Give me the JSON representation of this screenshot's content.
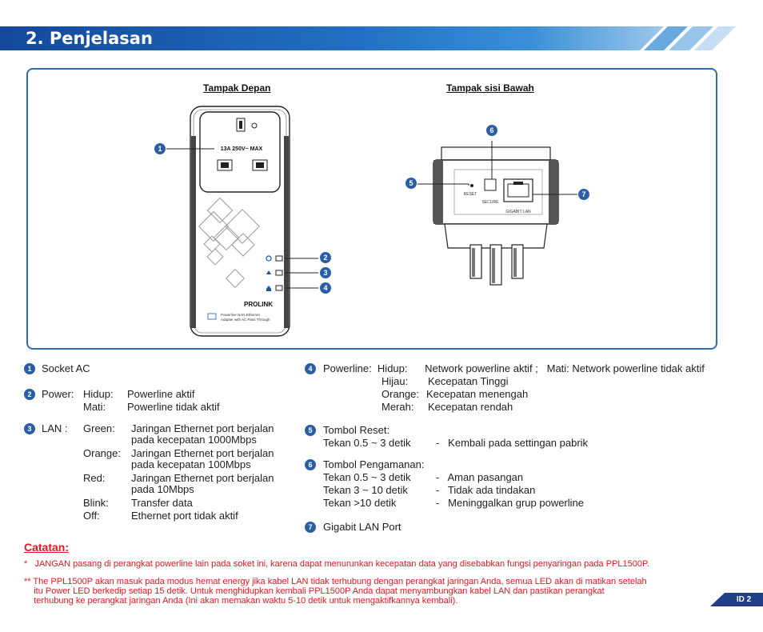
{
  "header": {
    "title": "2. Penjelasan"
  },
  "figure": {
    "front_caption": "Tampak Depan",
    "bottom_caption": "Tampak sisi Bawah",
    "device_socket_label": "13A 250V~ MAX",
    "device_brand": "PROLINK",
    "device_model_line1": "Powerline NAN Ethernet",
    "device_model_line2": "Adapter with AC Pass Through",
    "bottom_reset_label": "RESET",
    "bottom_secure_label": "SECURE",
    "bottom_lan_label": "GIGABIT LAN",
    "markers": [
      "1",
      "2",
      "3",
      "4",
      "5",
      "6",
      "7"
    ]
  },
  "descriptions": {
    "n1": {
      "num": "1",
      "text": "Socket AC"
    },
    "n2": {
      "num": "2",
      "label": "Power:",
      "rows": [
        {
          "key": "Hidup:",
          "val": "Powerline aktif"
        },
        {
          "key": "Mati:",
          "val": "Powerline tidak aktif"
        }
      ]
    },
    "n3": {
      "num": "3",
      "label": "LAN :",
      "rows": [
        {
          "key": "Green:",
          "val": "Jaringan Ethernet port berjalan",
          "val2": "pada kecepatan 1000Mbps"
        },
        {
          "key": "Orange:",
          "val": "Jaringan Ethernet port berjalan",
          "val2": "pada kecepatan 100Mbps"
        },
        {
          "key": "Red:",
          "val": "Jaringan Ethernet port berjalan",
          "val2": "pada 10Mbps"
        },
        {
          "key": "Blink:",
          "val": "Transfer data"
        },
        {
          "key": "Off:",
          "val": "Ethernet port tidak aktif"
        }
      ]
    },
    "n4": {
      "num": "4",
      "line1": "Powerline:  Hidup:      Network powerline aktif ;   Mati: Network powerline tidak aktif",
      "rows": [
        {
          "key": "Hijau:",
          "val": "Kecepatan Tinggi"
        },
        {
          "key": "Orange:",
          "val": "Kecepatan menengah"
        },
        {
          "key": "Merah:",
          "val": "Kecepatan rendah"
        }
      ]
    },
    "n5": {
      "num": "5",
      "title": "Tombol Reset:",
      "rows": [
        {
          "key": "Tekan 0.5 ~ 3 detik",
          "val": "-   Kembali pada settingan pabrik"
        }
      ]
    },
    "n6": {
      "num": "6",
      "title": "Tombol Pengamanan:",
      "rows": [
        {
          "key": "Tekan 0.5 ~ 3 detik",
          "val": "-   Aman pasangan"
        },
        {
          "key": "Tekan 3 ~ 10 detik",
          "val": "-   Tidak ada tindakan"
        },
        {
          "key": "Tekan >10 detik",
          "val": "-   Meninggalkan grup powerline"
        }
      ]
    },
    "n7": {
      "num": "7",
      "text": "Gigabit LAN Port"
    }
  },
  "notes": {
    "title": "Catatan:",
    "note1": "*   JANGAN pasang di perangkat powerline lain pada soket ini, karena dapat menurunkan kecepatan data yang disebabkan fungsi penyaringan pada PPL1500P.",
    "note2_line1": "** The PPL1500P akan masuk pada modus hemat energy jika kabel LAN tidak terhubung dengan perangkat jaringan Anda, semua LED akan di matikan setelah",
    "note2_line2": "    itu Power LED berkedip setiap 15 detik. Untuk menghidupkan kembali PPL1500P Anda dapat menyambungkan kabel LAN dan pastikan perangkat",
    "note2_line3": "    terhubung ke perangkat jaringan Anda (Ini akan memakan waktu 5-10 detik untuk mengaktifkannya kembali)."
  },
  "footer": {
    "page": "ID 2"
  },
  "colors": {
    "accent": "#2a5ea5",
    "header": "#1a55a8",
    "note": "#e8161e"
  }
}
